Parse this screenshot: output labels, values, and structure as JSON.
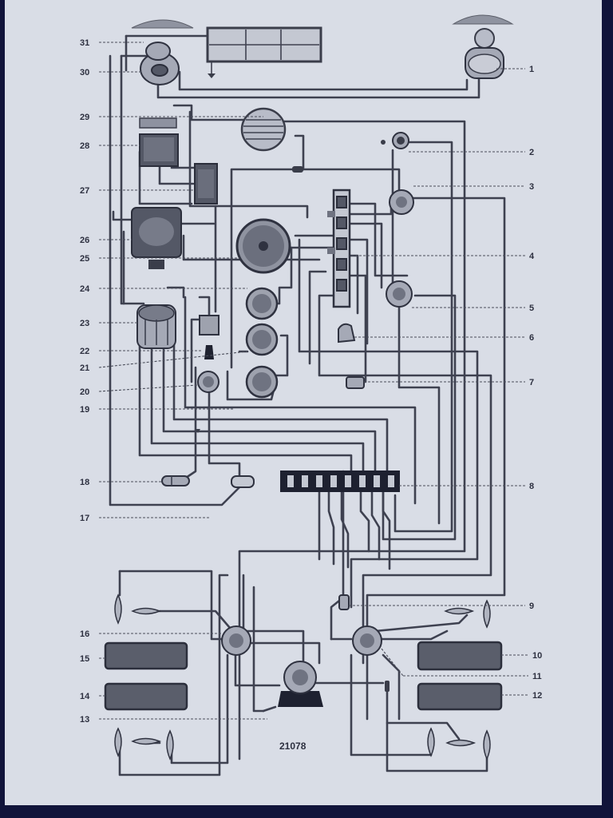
{
  "callouts_left": [
    "31",
    "30",
    "29",
    "28",
    "27",
    "26",
    "25",
    "24",
    "23",
    "22",
    "21",
    "20",
    "19",
    "18",
    "17",
    "16",
    "15",
    "14",
    "13"
  ],
  "callouts_right": [
    "1",
    "2",
    "3",
    "4",
    "5",
    "6",
    "7",
    "8",
    "9",
    "10",
    "11",
    "12"
  ],
  "diagram_code": "21078"
}
